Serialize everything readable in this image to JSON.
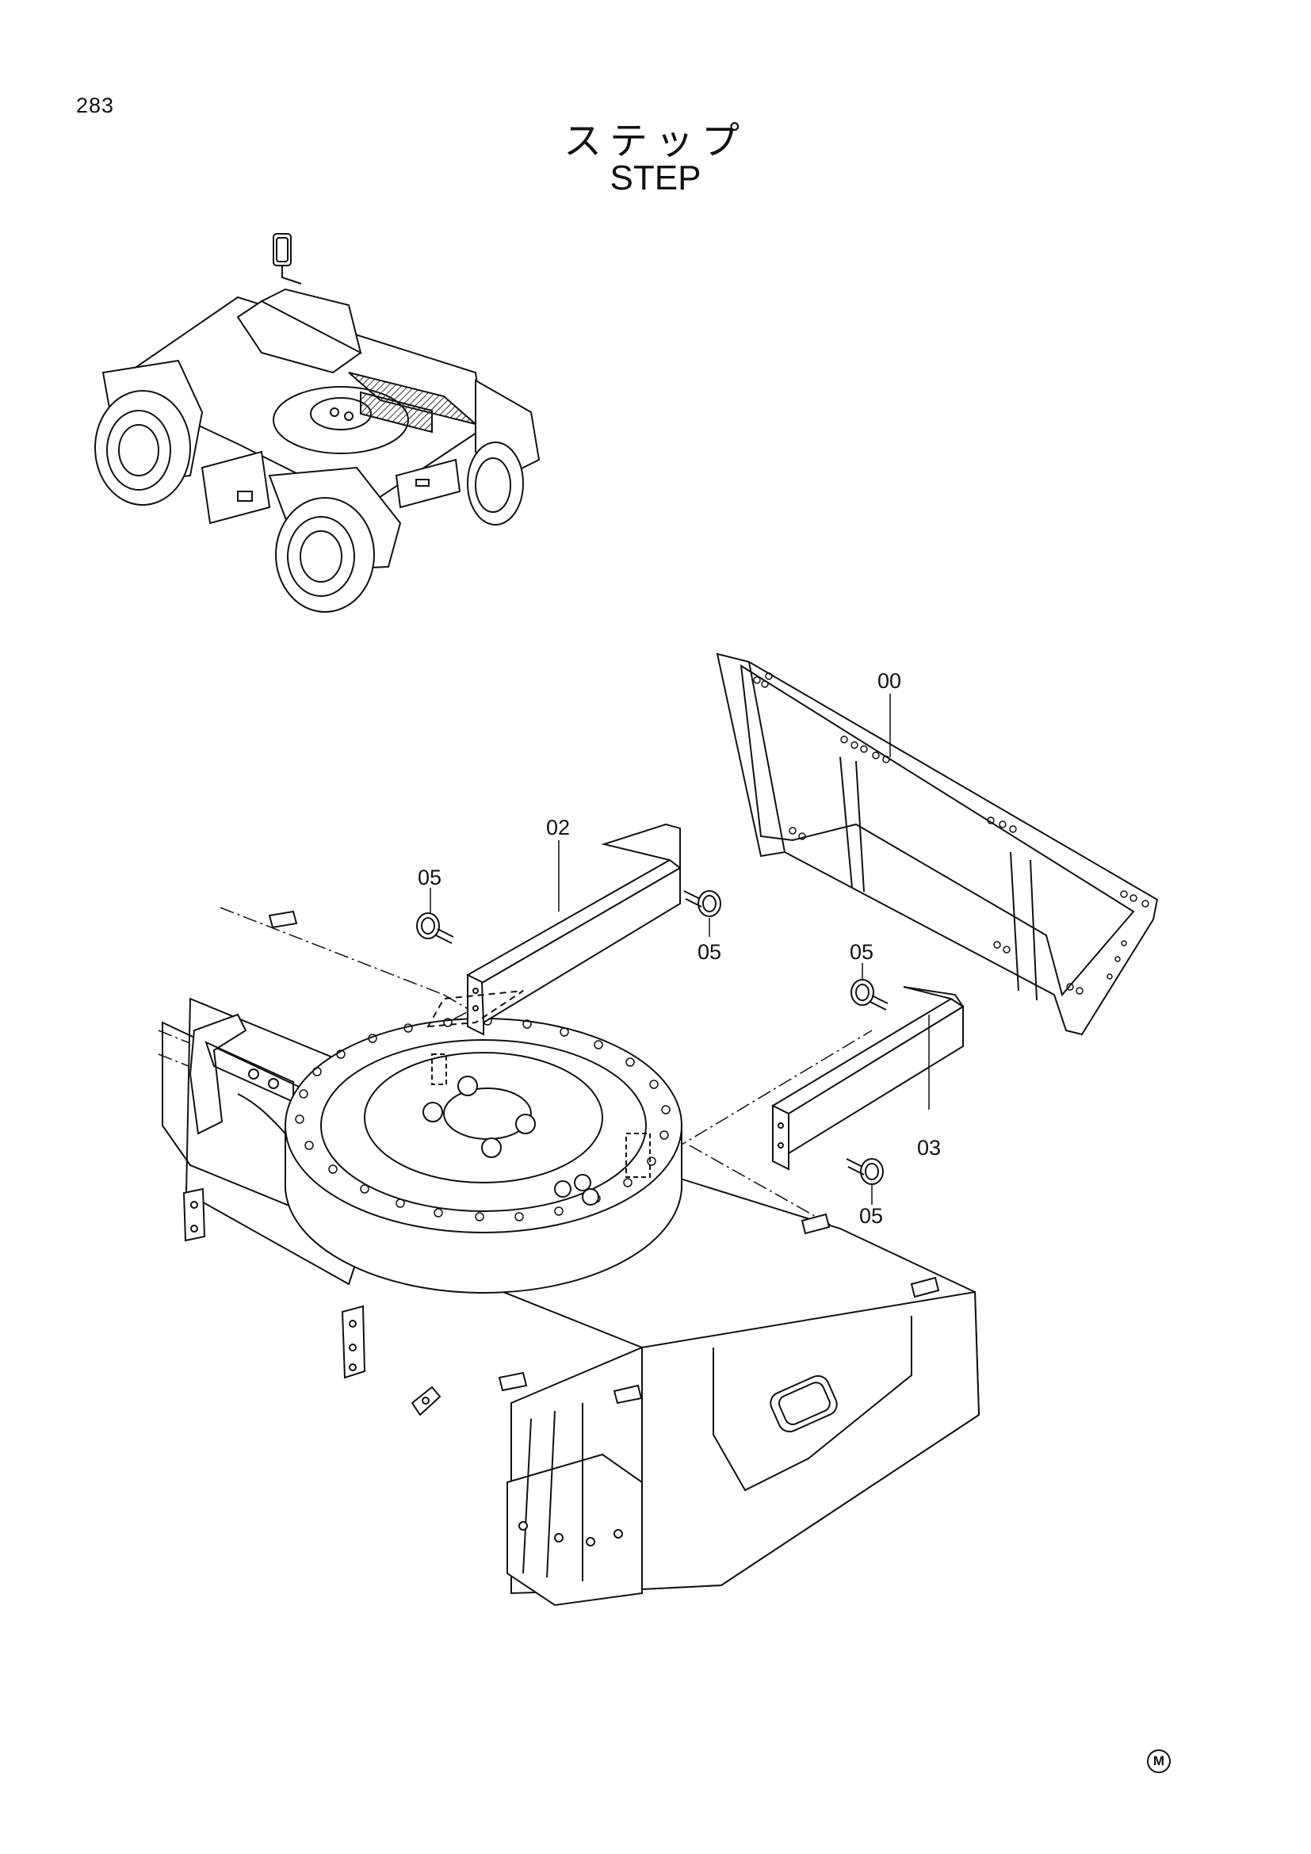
{
  "page": {
    "number": "283",
    "title_jp": "ステップ",
    "title_en": "STEP",
    "footer_mark": "M"
  },
  "callouts": [
    {
      "label": "00"
    },
    {
      "label": "02"
    },
    {
      "label": "05"
    },
    {
      "label": "05"
    },
    {
      "label": "05"
    },
    {
      "label": "03"
    },
    {
      "label": "05"
    }
  ],
  "colors": {
    "ink": "#111111",
    "paper": "#ffffff",
    "hatch": "#333333"
  }
}
